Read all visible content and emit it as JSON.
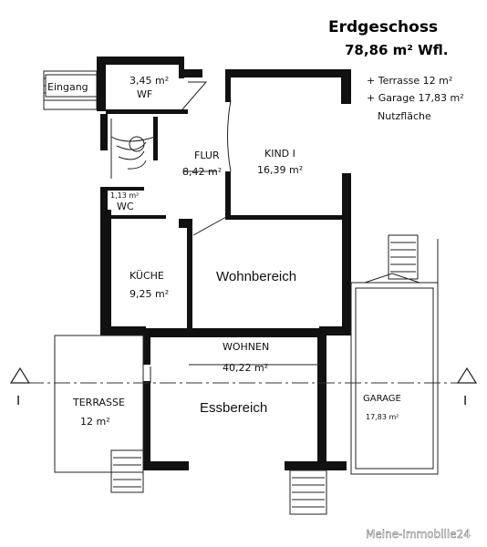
{
  "header": {
    "title": "Erdgeschoss",
    "area": "78,86 m² Wfl."
  },
  "extras": {
    "terrace_line": "+ Terrasse 12 m²",
    "garage_line": "+ Garage 17,83 m²",
    "usage_label": "Nutzfläche"
  },
  "rooms": {
    "eingang": {
      "name": "Eingang"
    },
    "wf": {
      "name": "WF",
      "area": "3,45 m²"
    },
    "flur": {
      "name": "FLUR",
      "area": "8,42 m²"
    },
    "kind": {
      "name": "KIND  I",
      "area": "16,39 m²"
    },
    "wc": {
      "name": "WC",
      "area": "1,13 m²"
    },
    "kueche": {
      "name": "KÜCHE",
      "area": "9,25 m²"
    },
    "wohnbereich": {
      "name": "Wohnbereich"
    },
    "wohnen": {
      "name": "WOHNEN",
      "area": "40,22 m²"
    },
    "essbereich": {
      "name": "Essbereich"
    },
    "terrasse": {
      "name": "TERRASSE",
      "area": "12 m²"
    },
    "garage": {
      "name": "GARAGE",
      "area": "17,83 m²"
    }
  },
  "section_marks": {
    "left": "I",
    "right": "I"
  },
  "watermark": "Meine-Immobilie24"
}
